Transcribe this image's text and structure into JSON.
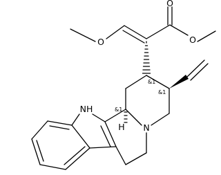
{
  "molecule": {
    "atom_labels": {
      "o_methoxy": "O",
      "o_carbonyl": "O",
      "o_ester": "O",
      "nh": "NH",
      "n": "N",
      "h": "H"
    },
    "stereo_labels": {
      "c_side": "&1",
      "c_vinyl": "&1",
      "c_bridge": "&1"
    }
  }
}
